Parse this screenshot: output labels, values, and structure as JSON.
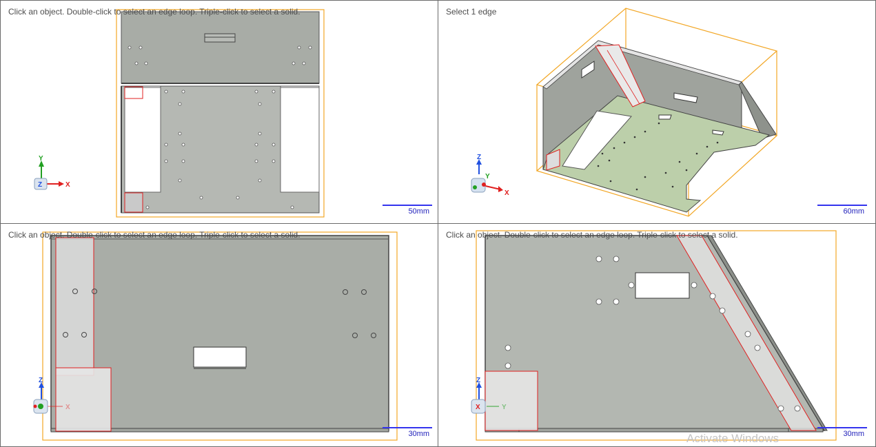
{
  "viewports": {
    "top_left": {
      "hint": "Click an object. Double-click to select an edge loop. Triple-click to select a solid.",
      "scale": "50mm",
      "triad": [
        "Y",
        "Z",
        "X"
      ]
    },
    "top_right": {
      "hint": "Select 1 edge",
      "scale": "60mm",
      "triad": [
        "Z",
        "Y",
        "X"
      ]
    },
    "bottom_left": {
      "hint": "Click an object. Double-click to select an edge loop. Triple-click to select a solid.",
      "scale": "30mm",
      "triad": [
        "Z",
        "X"
      ]
    },
    "bottom_right": {
      "hint": "Click an object. Double-click to select an edge loop. Triple-click to select a solid.",
      "scale": "30mm",
      "triad": [
        "Z",
        "X",
        "Y"
      ]
    }
  },
  "watermark": "Activate Windows",
  "colors": {
    "part_fill": "#b3b7b1",
    "part_dark": "#a7aba5",
    "highlight_fill": "#bccfaa",
    "bounding_box": "#f2a624",
    "selection": "#e02020",
    "scale_bar": "#3333ee",
    "axis_x": "#e02020",
    "axis_y": "#22a022",
    "axis_z": "#2050e0"
  }
}
